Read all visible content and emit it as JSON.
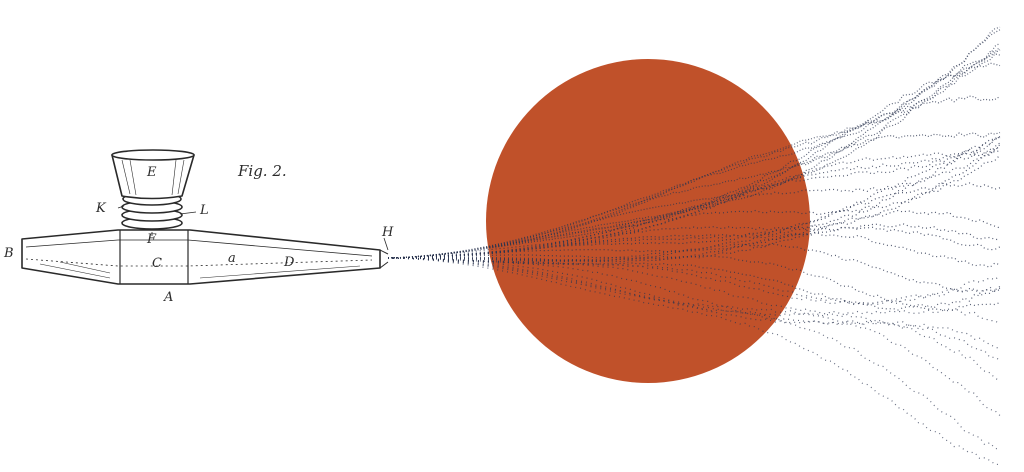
{
  "figure": {
    "caption": "Fig. 2.",
    "part_labels": {
      "B": "B",
      "E": "E",
      "K": "K",
      "L": "L",
      "F": "F",
      "C": "C",
      "a": "a",
      "D": "D",
      "A": "A",
      "H": "H"
    }
  },
  "colors": {
    "ink": "#2a2a2a",
    "circle": "#c0512a",
    "dots": "#2b3550",
    "background": "#ffffff"
  }
}
